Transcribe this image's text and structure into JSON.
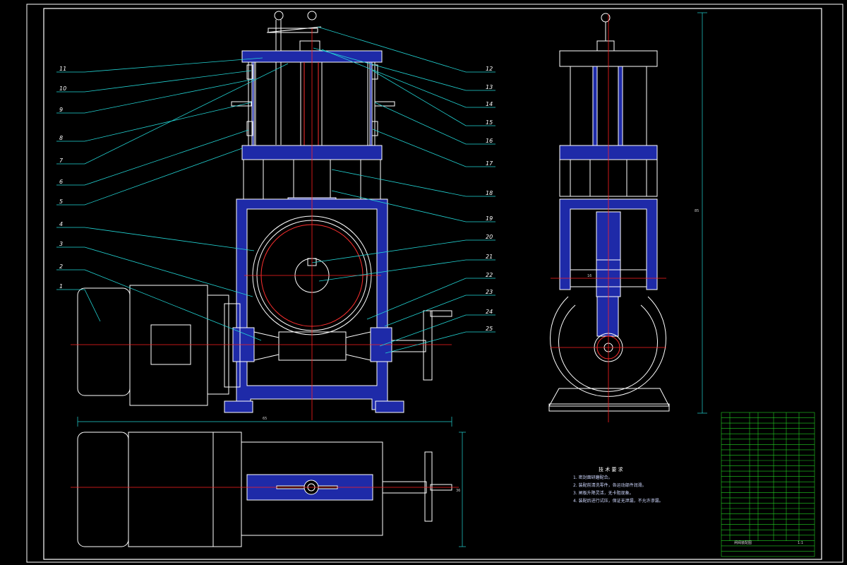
{
  "drawing": {
    "colors": {
      "background": "#000000",
      "outline": "#ffffff",
      "section_fill": "#1e2aa8",
      "centerline": "#ff2020",
      "leader": "#22d3d3",
      "table_grid": "#22cc22"
    },
    "left_labels": [
      "11",
      "10",
      "9",
      "8",
      "7",
      "6",
      "5",
      "4",
      "3",
      "2",
      "1"
    ],
    "right_labels": [
      "12",
      "13",
      "14",
      "15",
      "16",
      "17",
      "18",
      "19",
      "20",
      "21",
      "22",
      "23",
      "24",
      "25"
    ],
    "dimensions": {
      "front_width": "65",
      "side_height": "85",
      "top_height": "36",
      "side_small": "16"
    },
    "notes": {
      "title": "技 术 要 求",
      "items": [
        "1. 密封面研磨配合。",
        "2. 装配前清洗零件，各运动部件润滑。",
        "3. 闸板升降灵活，无卡阻现象。",
        "4. 装配后进行试压，保证无泄漏，不允许渗漏。"
      ]
    },
    "title_block": {
      "name": "闸阀装配图",
      "ratio": "1:1"
    }
  }
}
